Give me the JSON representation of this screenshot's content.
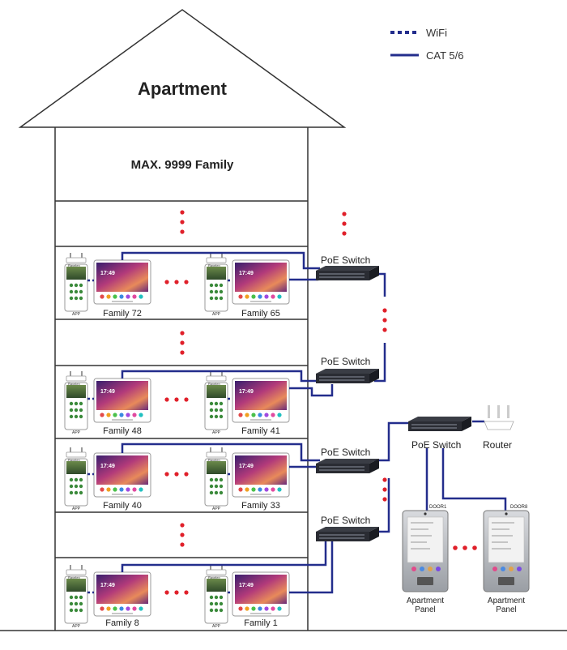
{
  "legend": {
    "wifi_label": "WiFi",
    "cat_label": "CAT 5/6"
  },
  "building": {
    "title": "Apartment",
    "max_label": "MAX. 9999 Family"
  },
  "floors": [
    {
      "families": [
        "Family 72",
        "Family 65"
      ]
    },
    {
      "families": [
        "Family 48",
        "Family 41"
      ]
    },
    {
      "families": [
        "Family 40",
        "Family 33"
      ]
    },
    {
      "families": [
        "Family 8",
        "Family 1"
      ]
    }
  ],
  "monitor": {
    "time": "17:49"
  },
  "phone": {
    "brand": "Ravelen",
    "app_label": "APP"
  },
  "switches": {
    "label": "PoE Switch"
  },
  "router": {
    "label": "Router"
  },
  "panels": [
    {
      "door": "DOOR1",
      "label_line1": "Apartment",
      "label_line2": "Panel"
    },
    {
      "door": "DOOR8",
      "label_line1": "Apartment",
      "label_line2": "Panel"
    }
  ],
  "colors": {
    "cable": "#232d8c",
    "dots": "#e0202a",
    "outline": "#333333"
  }
}
